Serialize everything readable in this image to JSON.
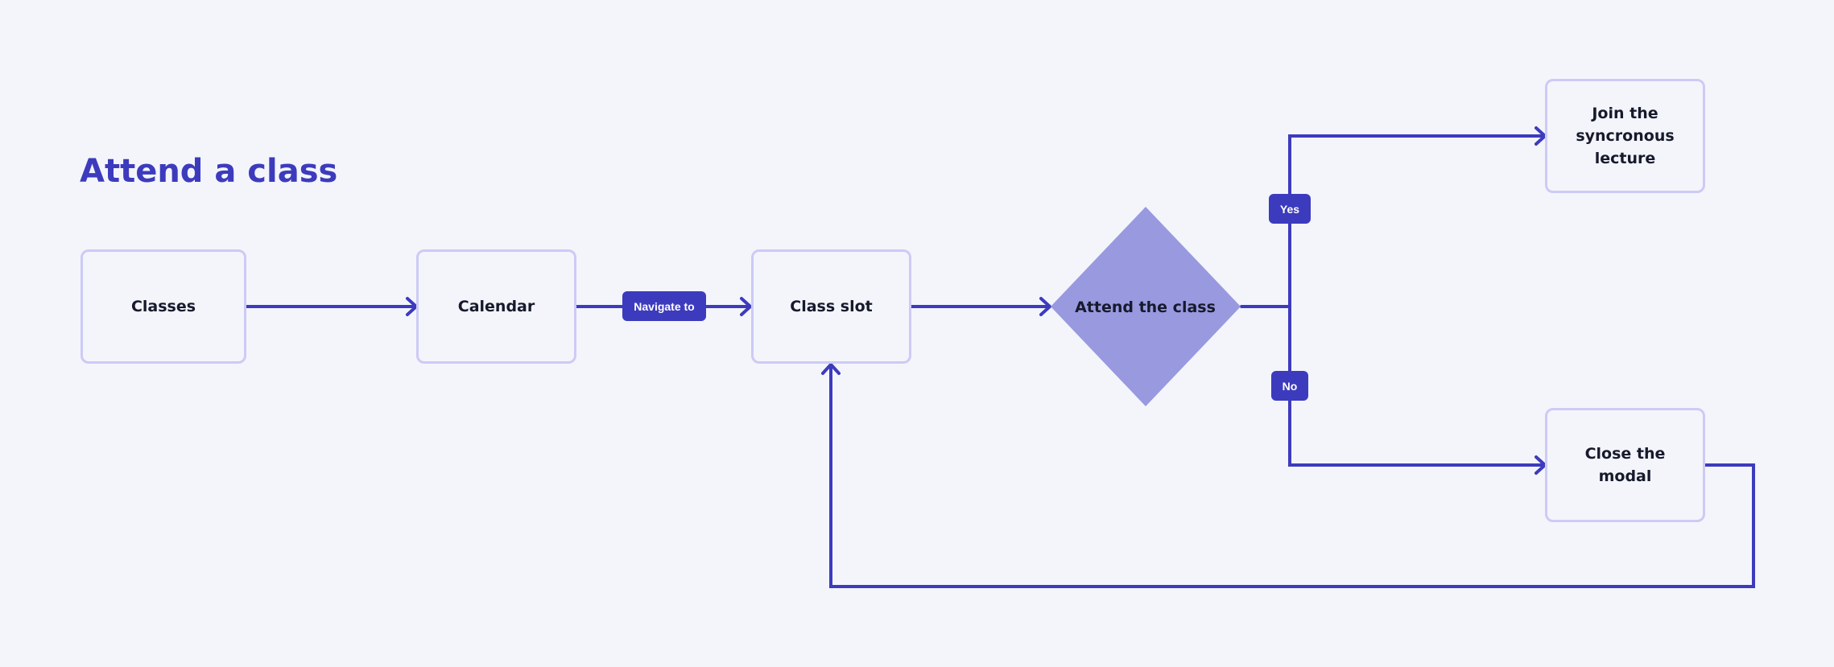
{
  "diagram": {
    "title": "Attend a class",
    "nodes": {
      "classes": "Classes",
      "calendar": "Calendar",
      "class_slot": "Class slot",
      "decision": "Attend the class",
      "join": "Join the syncronous lecture",
      "close": "Close the modal"
    },
    "edge_labels": {
      "navigate": "Navigate to",
      "yes": "Yes",
      "no": "No"
    }
  },
  "colors": {
    "accent": "#3d3bbd",
    "node_border": "#cdcaf6",
    "decision_fill": "#9999e0",
    "background": "#f3f5fb",
    "text": "#171a2c"
  }
}
